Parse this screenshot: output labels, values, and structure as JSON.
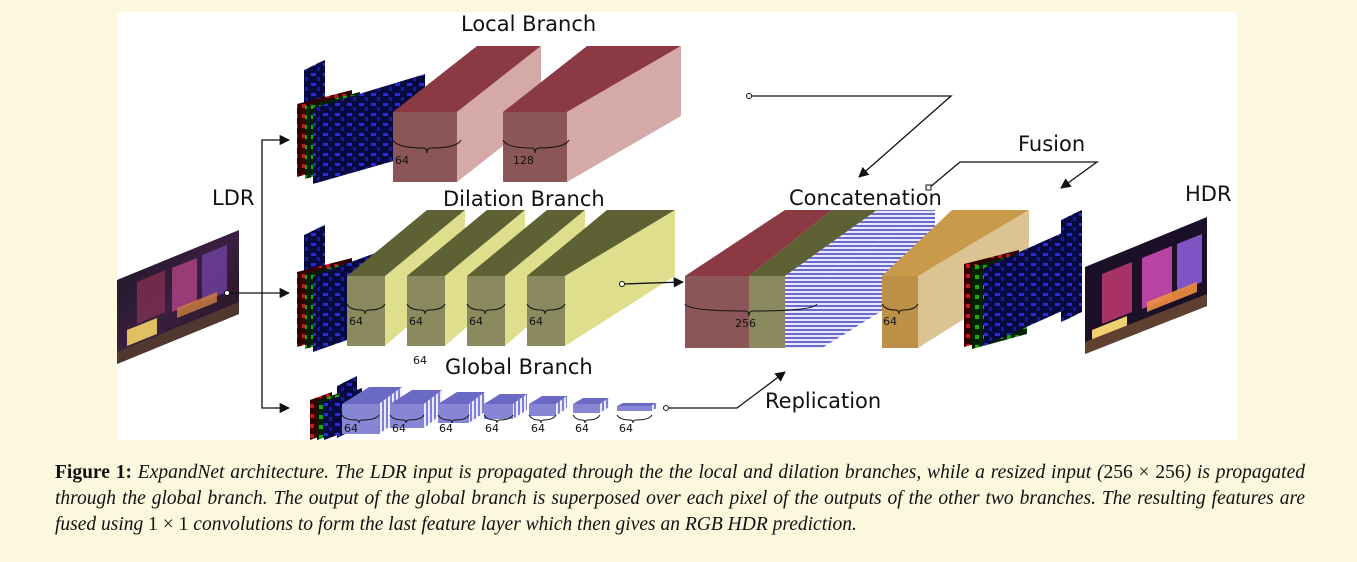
{
  "diagram": {
    "labels": {
      "local_branch": "Local Branch",
      "dilation_branch": "Dilation Branch",
      "global_branch": "Global Branch",
      "ldr": "LDR",
      "hdr": "HDR",
      "concatenation": "Concatenation",
      "fusion": "Fusion",
      "replication": "Replication"
    },
    "local_channels": [
      "64",
      "128"
    ],
    "dilation_channels": [
      "64",
      "64",
      "64",
      "64"
    ],
    "global_channels": [
      "64",
      "64",
      "64",
      "64",
      "64",
      "64",
      "64"
    ],
    "global_extra_label": "64",
    "concat_channels": "256",
    "fusion_channels": "64",
    "colors": {
      "local_top": "#8b3a44",
      "local_side": "#d6a9a9",
      "local_front": "#8a5658",
      "dilation_top": "#5d6133",
      "dilation_side": "#dede8c",
      "dilation_front": "#8a8a5e",
      "global_color": "#7a7ad0",
      "fusion_top": "#c89a4a",
      "fusion_side": "#dcc492",
      "fusion_front": "#bc9147"
    }
  },
  "caption": {
    "label": "Figure 1:",
    "text_1": " ExpandNet architecture. The LDR input is propagated through the the local and dilation branches, while a resized input (",
    "size": "256 × 256",
    "text_2": ") is propagated through the global branch. The output of the global branch is superposed over each pixel of the outputs of the other two branches. The resulting features are fused using ",
    "conv": "1 × 1",
    "text_3": " convolutions to form the last feature layer which then gives an RGB HDR prediction."
  }
}
